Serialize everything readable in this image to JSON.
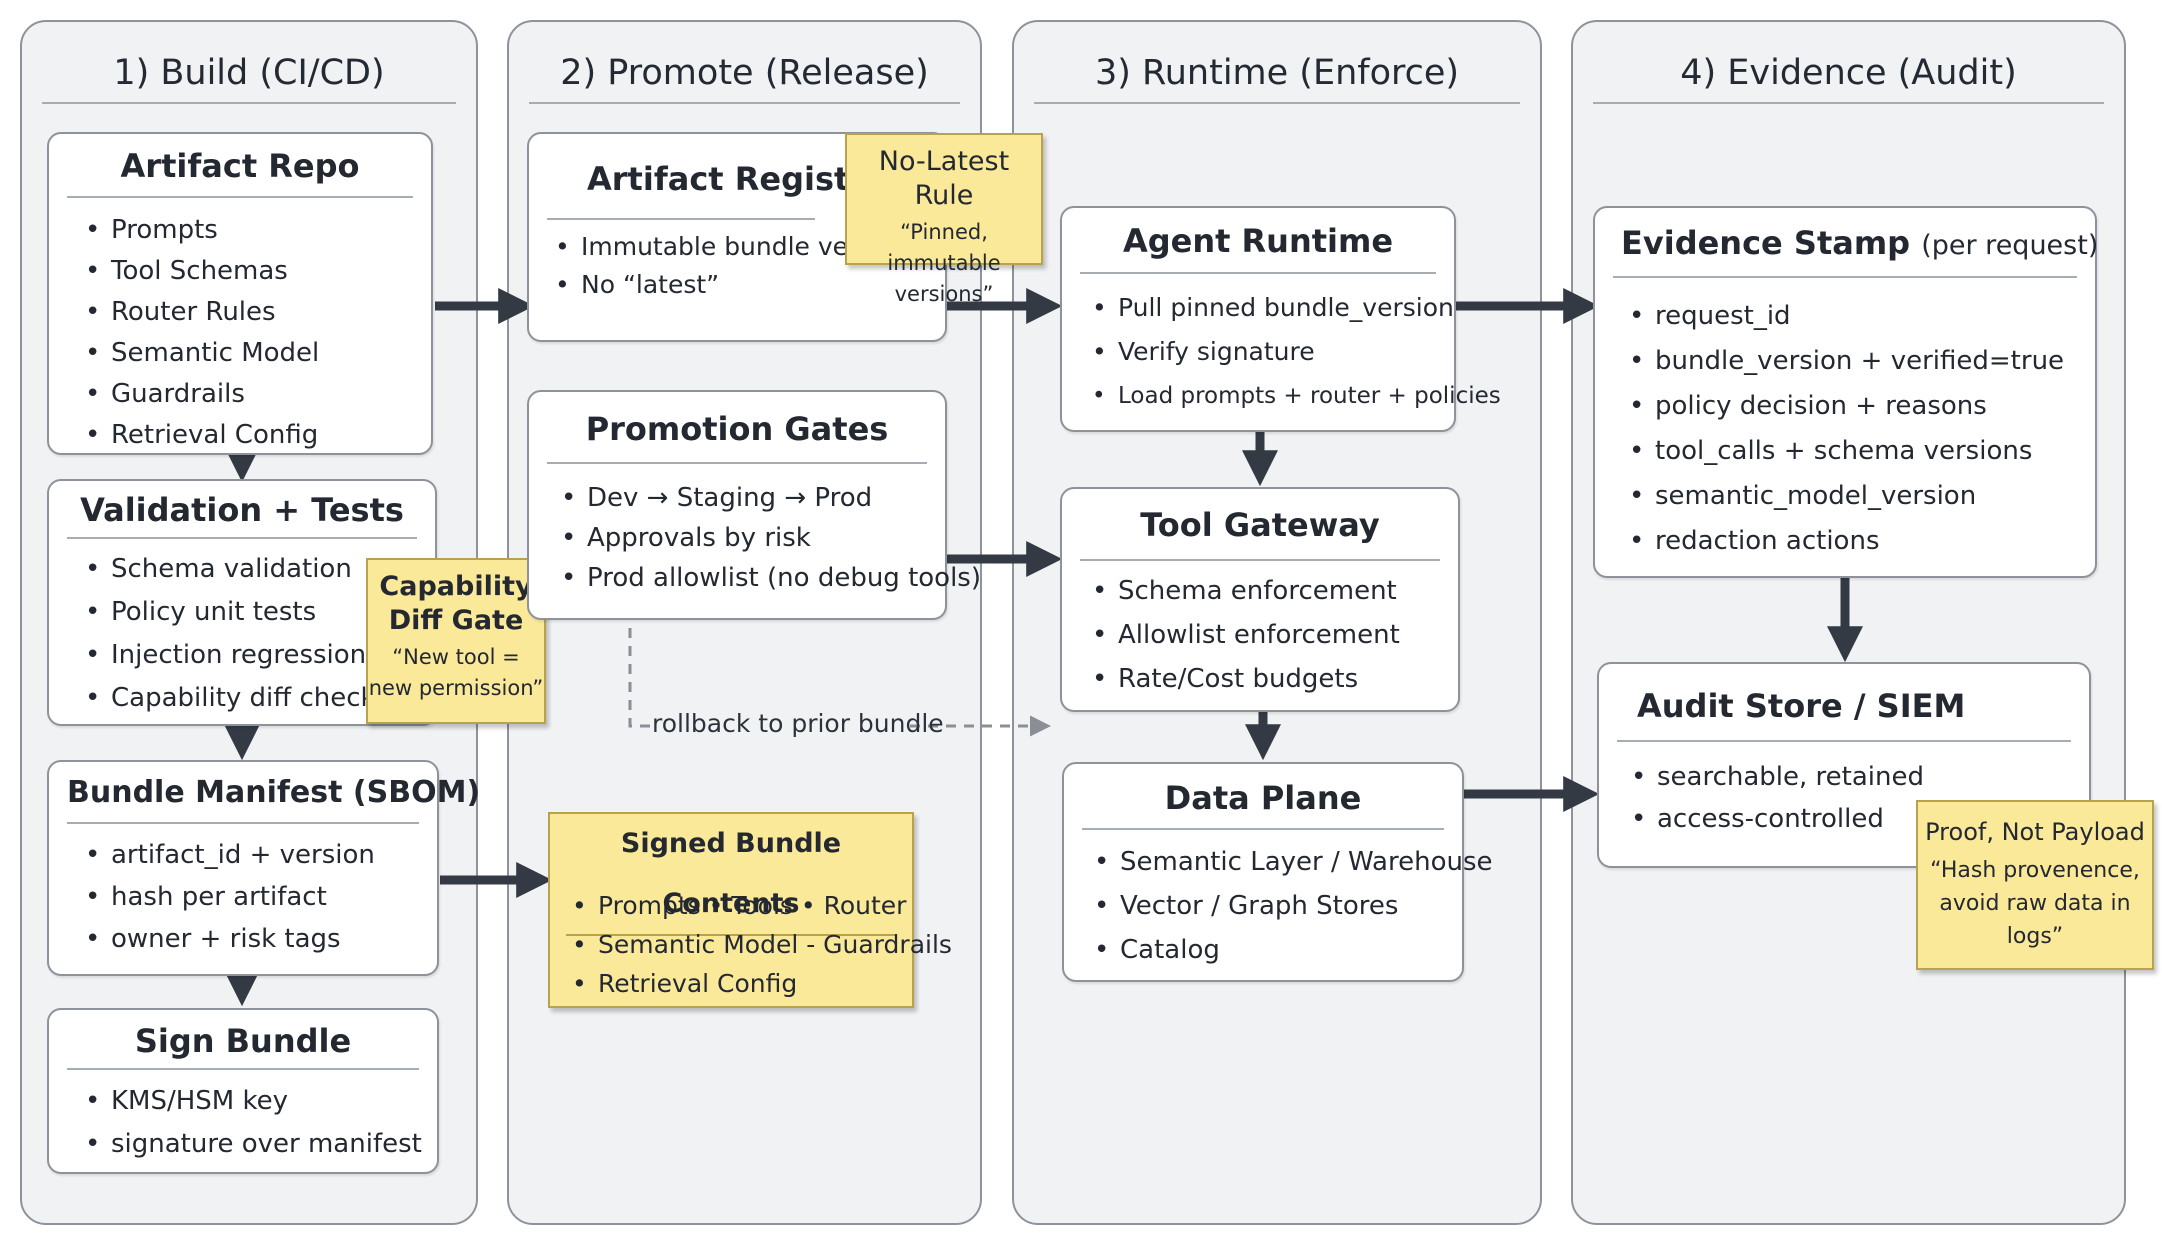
{
  "lanes": {
    "build": {
      "title": "1) Build (CI/CD)"
    },
    "promote": {
      "title": "2) Promote (Release)"
    },
    "runtime": {
      "title": "3) Runtime (Enforce)"
    },
    "evidence": {
      "title": "4) Evidence (Audit)"
    }
  },
  "boxes": {
    "artifact_repo": {
      "title": "Artifact Repo",
      "items": [
        "Prompts",
        "Tool Schemas",
        "Router Rules",
        "Semantic Model",
        "Guardrails",
        "Retrieval Config"
      ]
    },
    "validation_tests": {
      "title": "Validation + Tests",
      "items": [
        "Schema validation",
        "Policy unit tests",
        "Injection regression tests",
        "Capability diff check"
      ]
    },
    "bundle_manifest": {
      "title": "Bundle Manifest (SBOM)",
      "items": [
        "artifact_id + version",
        "hash per artifact",
        "owner + risk tags"
      ]
    },
    "sign_bundle": {
      "title": "Sign Bundle",
      "items": [
        "KMS/HSM key",
        "signature over manifest"
      ]
    },
    "artifact_registry": {
      "title": "Artifact Registry",
      "items": [
        "Immutable bundle versions",
        "No “latest”"
      ]
    },
    "promotion_gates": {
      "title": "Promotion Gates",
      "items": [
        "Dev → Staging → Prod",
        "Approvals by risk",
        "Prod allowlist (no debug tools)"
      ]
    },
    "agent_runtime": {
      "title": "Agent Runtime",
      "items": [
        "Pull pinned bundle_version",
        "Verify signature",
        "Load prompts + router + policies"
      ]
    },
    "tool_gateway": {
      "title": "Tool Gateway",
      "items": [
        "Schema enforcement",
        "Allowlist enforcement",
        "Rate/Cost budgets"
      ]
    },
    "data_plane": {
      "title": "Data Plane",
      "items": [
        "Semantic Layer / Warehouse",
        "Vector / Graph Stores",
        "Catalog"
      ]
    },
    "evidence_stamp": {
      "title": "Evidence Stamp",
      "title_suffix": "(per request)",
      "items": [
        "request_id",
        "bundle_version + verified=true",
        "policy decision + reasons",
        "tool_calls + schema versions",
        "semantic_model_version",
        "redaction actions"
      ]
    },
    "audit_store": {
      "title": "Audit Store / SIEM",
      "items": [
        "searchable, retained",
        "access-controlled"
      ]
    }
  },
  "notes": {
    "no_latest": {
      "title": "No-Latest Rule",
      "quote_line1": "“Pinned, immutable",
      "quote_line2": "versions”"
    },
    "capability_diff": {
      "title_line1": "Capability",
      "title_line2": "Diff Gate",
      "quote_line1": "“New tool =",
      "quote_line2": "new permission”"
    },
    "signed_bundle": {
      "title": "Signed Bundle Contents",
      "items": [
        "Prompts • Tools • Router",
        "Semantic Model - Guardrails",
        "Retrieval Config"
      ]
    },
    "proof_not_payload": {
      "title": "Proof, Not Payload",
      "quote_line1": "“Hash provenence,",
      "quote_line2": "avoid raw data in",
      "quote_line3": "logs”"
    }
  },
  "connectors": {
    "rollback_label": "rollback to prior bundle"
  },
  "colors": {
    "lane_bg": "#f1f2f4",
    "border": "#8e939b",
    "arrow": "#333a44",
    "sticky": "#fbe99a",
    "dashed": "#8a8f97"
  }
}
